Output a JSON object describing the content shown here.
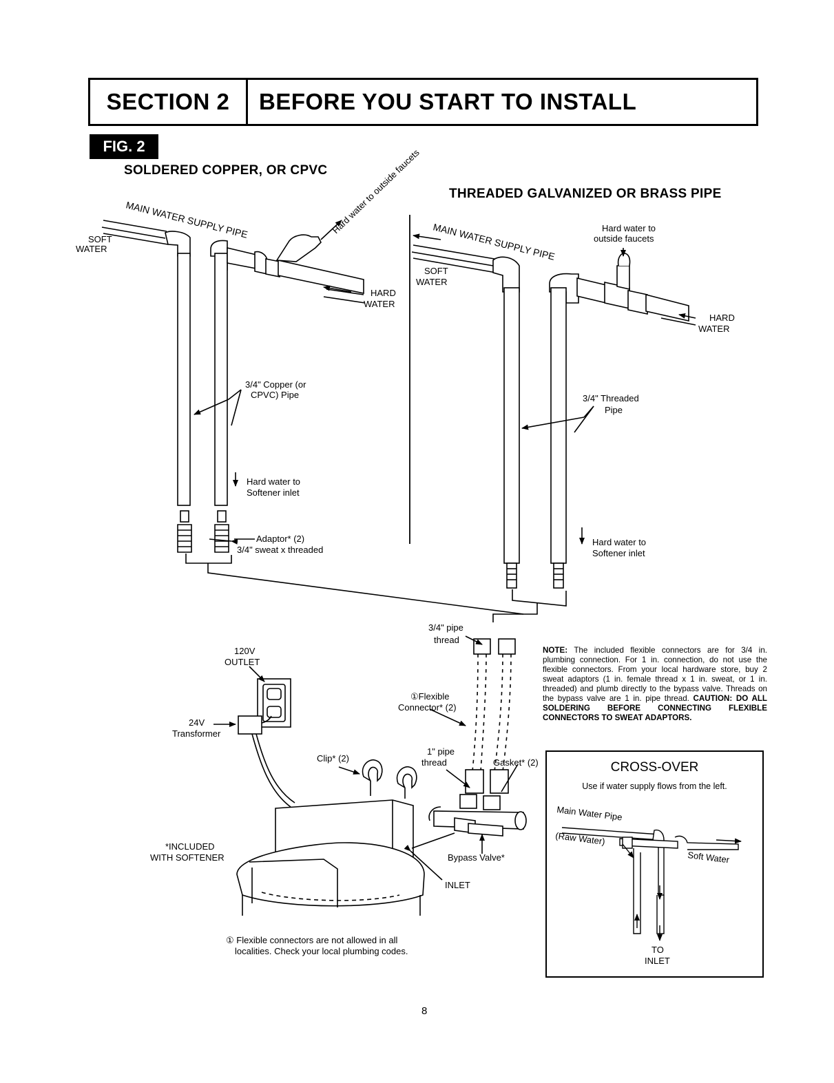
{
  "section": {
    "number": "SECTION 2",
    "title": "BEFORE YOU START TO INSTALL"
  },
  "figure": {
    "label": "FIG. 2"
  },
  "left_panel": {
    "heading": "SOLDERED COPPER, OR CPVC",
    "main_pipe": "MAIN WATER SUPPLY PIPE",
    "outside_faucets": "Hard water to outside faucets",
    "soft_water": [
      "SOFT",
      "WATER"
    ],
    "hard_water": [
      "HARD",
      "WATER"
    ],
    "pipe_label": [
      "3/4\" Copper (or",
      "CPVC) Pipe"
    ],
    "hard_to_inlet": [
      "Hard water to",
      "Softener inlet"
    ],
    "adaptor": [
      "Adaptor* (2)",
      "3/4\" sweat x threaded"
    ]
  },
  "right_panel": {
    "heading": "THREADED GALVANIZED OR BRASS PIPE",
    "main_pipe": "MAIN WATER SUPPLY PIPE",
    "outside_faucets": [
      "Hard water to",
      "outside faucets"
    ],
    "soft_water": [
      "SOFT",
      "WATER"
    ],
    "hard_water": [
      "HARD",
      "WATER"
    ],
    "pipe_label": [
      "3/4\" Threaded",
      "Pipe"
    ],
    "hard_to_inlet": [
      "Hard water to",
      "Softener inlet"
    ]
  },
  "lower": {
    "outlet": [
      "120V",
      "OUTLET"
    ],
    "transformer": [
      "24V",
      "Transformer"
    ],
    "pipe_thread_34": [
      "3/4\" pipe",
      "thread"
    ],
    "flexible_connector": [
      "①Flexible",
      "Connector* (2)"
    ],
    "pipe_thread_1": [
      "1\" pipe",
      "thread"
    ],
    "gasket": "Gasket* (2)",
    "clip": "Clip* (2)",
    "bypass_valve": "Bypass Valve*",
    "inlet": "INLET",
    "included": [
      "*INCLUDED",
      "WITH SOFTENER"
    ]
  },
  "note": {
    "label": "NOTE:",
    "text": "The included flexible connectors are for 3/4 in. plumbing connection. For 1 in. connection, do not use the flexible connectors. From your local hardware store, buy 2 sweat adaptors (1 in. female thread x 1 in. sweat, or 1 in. threaded) and plumb directly to the bypass valve. Threads on the bypass valve are 1 in. pipe thread.",
    "caution": "CAUTION: DO ALL SOLDERING BEFORE CONNECTING FLEXIBLE CONNECTORS TO SWEAT ADAPTORS."
  },
  "crossover": {
    "title": "CROSS-OVER",
    "subtitle": "Use if water supply flows from the left.",
    "main_pipe": "Main Water Pipe",
    "raw_water": "(Raw Water)",
    "soft_water": "Soft Water",
    "to_inlet": [
      "TO",
      "INLET"
    ]
  },
  "footnote": [
    "① Flexible connectors are not allowed in all",
    "localities. Check your local plumbing codes."
  ],
  "page_number": "8"
}
